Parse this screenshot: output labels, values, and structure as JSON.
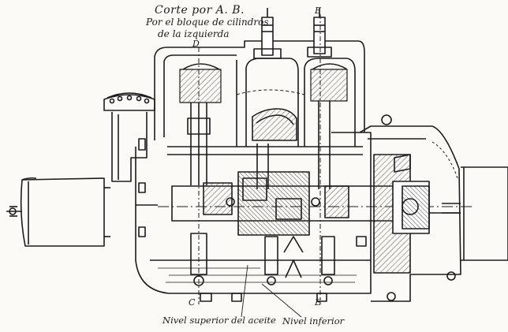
{
  "figure": {
    "title": "Corte por A. B.",
    "subtitle_line1": "Por el bloque de cilindros",
    "subtitle_line2": "de la izquierda",
    "markers": [
      "D",
      "E",
      "E",
      "C"
    ],
    "captions": {
      "oil_level_upper": "Nivel superior del aceite",
      "oil_level_lower": "Nivel inferior"
    }
  },
  "colors": {
    "ink": "#1c1c1c",
    "paper": "#fbfaf7",
    "hatch": "#555555"
  }
}
